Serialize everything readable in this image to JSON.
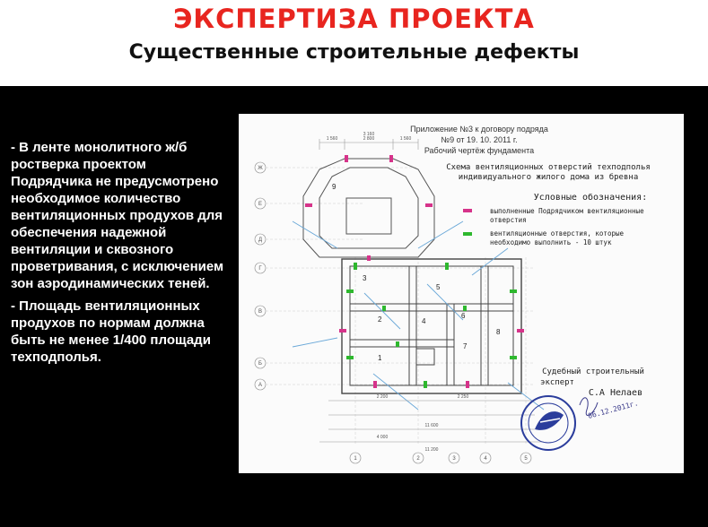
{
  "header": {
    "title": "ЭКСПЕРТИЗА ПРОЕКТА",
    "subtitle": "Существенные строительные дефекты"
  },
  "defects": [
    "- В ленте монолитного ж/б  ростверка проектом Подрядчика не предусмотрено необходимое количество вентиляционных продухов для обеспечения надежной вентиляции и сквозного проветривания, с исключением зон аэродинамических теней.",
    "- Площадь вентиляционных продухов по  нормам должна быть не менее 1/400 площади техподполья."
  ],
  "drawing": {
    "appendix_line1": "Приложение №3 к договору подряда",
    "appendix_line2": "№9 от 19. 10. 2011 г.",
    "appendix_line3": "Рабочий чертёж фундамента",
    "scheme_line1": "Схема вентиляционных отверстий техподполья",
    "scheme_line2": "индивидуального жилого дома из бревна",
    "legend_title": "Условные обозначения:",
    "legend_item1_line1": "выполненные Подрядчиком вентиляционные",
    "legend_item1_line2": "отверстия",
    "legend_item2_line1": "вентиляционные отверстия, которые",
    "legend_item2_line2": "необходимо выполнить - 10 штук",
    "expert_line1": "Судебный строительный",
    "expert_line2": "эксперт",
    "expert_name": "С.А Нелаев",
    "stamp_date": "06.12.2011г.",
    "axes_left": [
      "Ж",
      "Е",
      "Д",
      "Г",
      "В",
      "Б",
      "А"
    ],
    "axes_bottom": [
      "1",
      "2",
      "3",
      "4",
      "5"
    ],
    "dim_top": [
      "1 560",
      "3 160",
      "2 800",
      "1 560"
    ],
    "dim_bottom": [
      "2 200",
      "2 250",
      "4 000",
      "11 600",
      "11 200"
    ],
    "room_numbers": [
      "1",
      "2",
      "3",
      "4",
      "5",
      "6",
      "7",
      "8",
      "9"
    ],
    "accent_existing": "#d6338a",
    "accent_required": "#2eb82e"
  }
}
